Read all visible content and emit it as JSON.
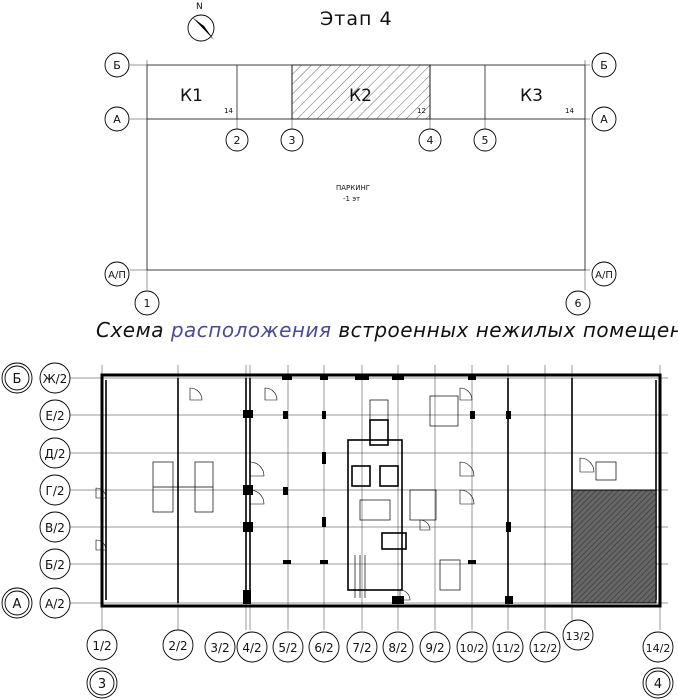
{
  "stage_title": "Этап 4",
  "scheme_title": {
    "part1": "Схема ",
    "part2": "расположения",
    "part3": " встроенных нежилых помещений"
  },
  "top_plan": {
    "sections": [
      {
        "name": "К1",
        "label": "14"
      },
      {
        "name": "К2",
        "label": "12"
      },
      {
        "name": "К3",
        "label": "14"
      }
    ],
    "parking_label": "ПАРКИНГ",
    "parking_level": "-1 эт",
    "axes_left": [
      "Б",
      "А",
      "А/П"
    ],
    "axes_right": [
      "Б",
      "А",
      "А/П"
    ],
    "axes_bottom": [
      "1",
      "6"
    ],
    "axes_mid": [
      "2",
      "3",
      "4",
      "5"
    ]
  },
  "bottom_plan": {
    "rows": [
      "Ж/2",
      "Е/2",
      "Д/2",
      "Г/2",
      "В/2",
      "Б/2",
      "А/2"
    ],
    "row_main": [
      "Б",
      "А"
    ],
    "cols": [
      "1/2",
      "2/2",
      "3/2",
      "4/2",
      "5/2",
      "6/2",
      "7/2",
      "8/2",
      "9/2",
      "10/2",
      "11/2",
      "12/2",
      "13/2",
      "14/2"
    ],
    "col_main": [
      "3",
      "4"
    ]
  },
  "colors": {
    "hatch": "#555555",
    "accent": "#4a4a9a"
  }
}
